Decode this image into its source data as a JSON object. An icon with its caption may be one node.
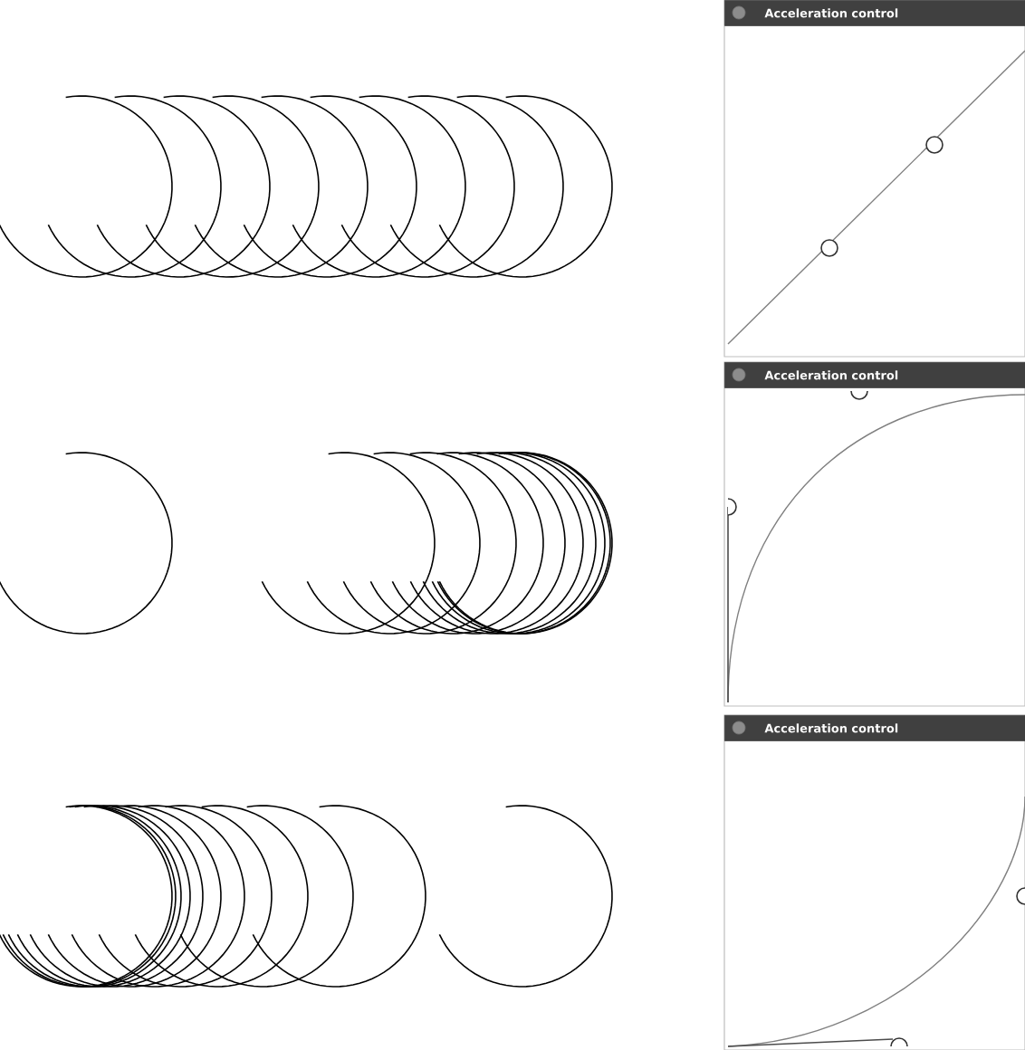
{
  "diagram": {
    "nodes": [
      {
        "text": [
          "Acceleration control"
        ]
      },
      {
        "text": [
          "Acceleration control"
        ]
      },
      {
        "text": [
          "Acceleration control"
        ]
      }
    ]
  }
}
